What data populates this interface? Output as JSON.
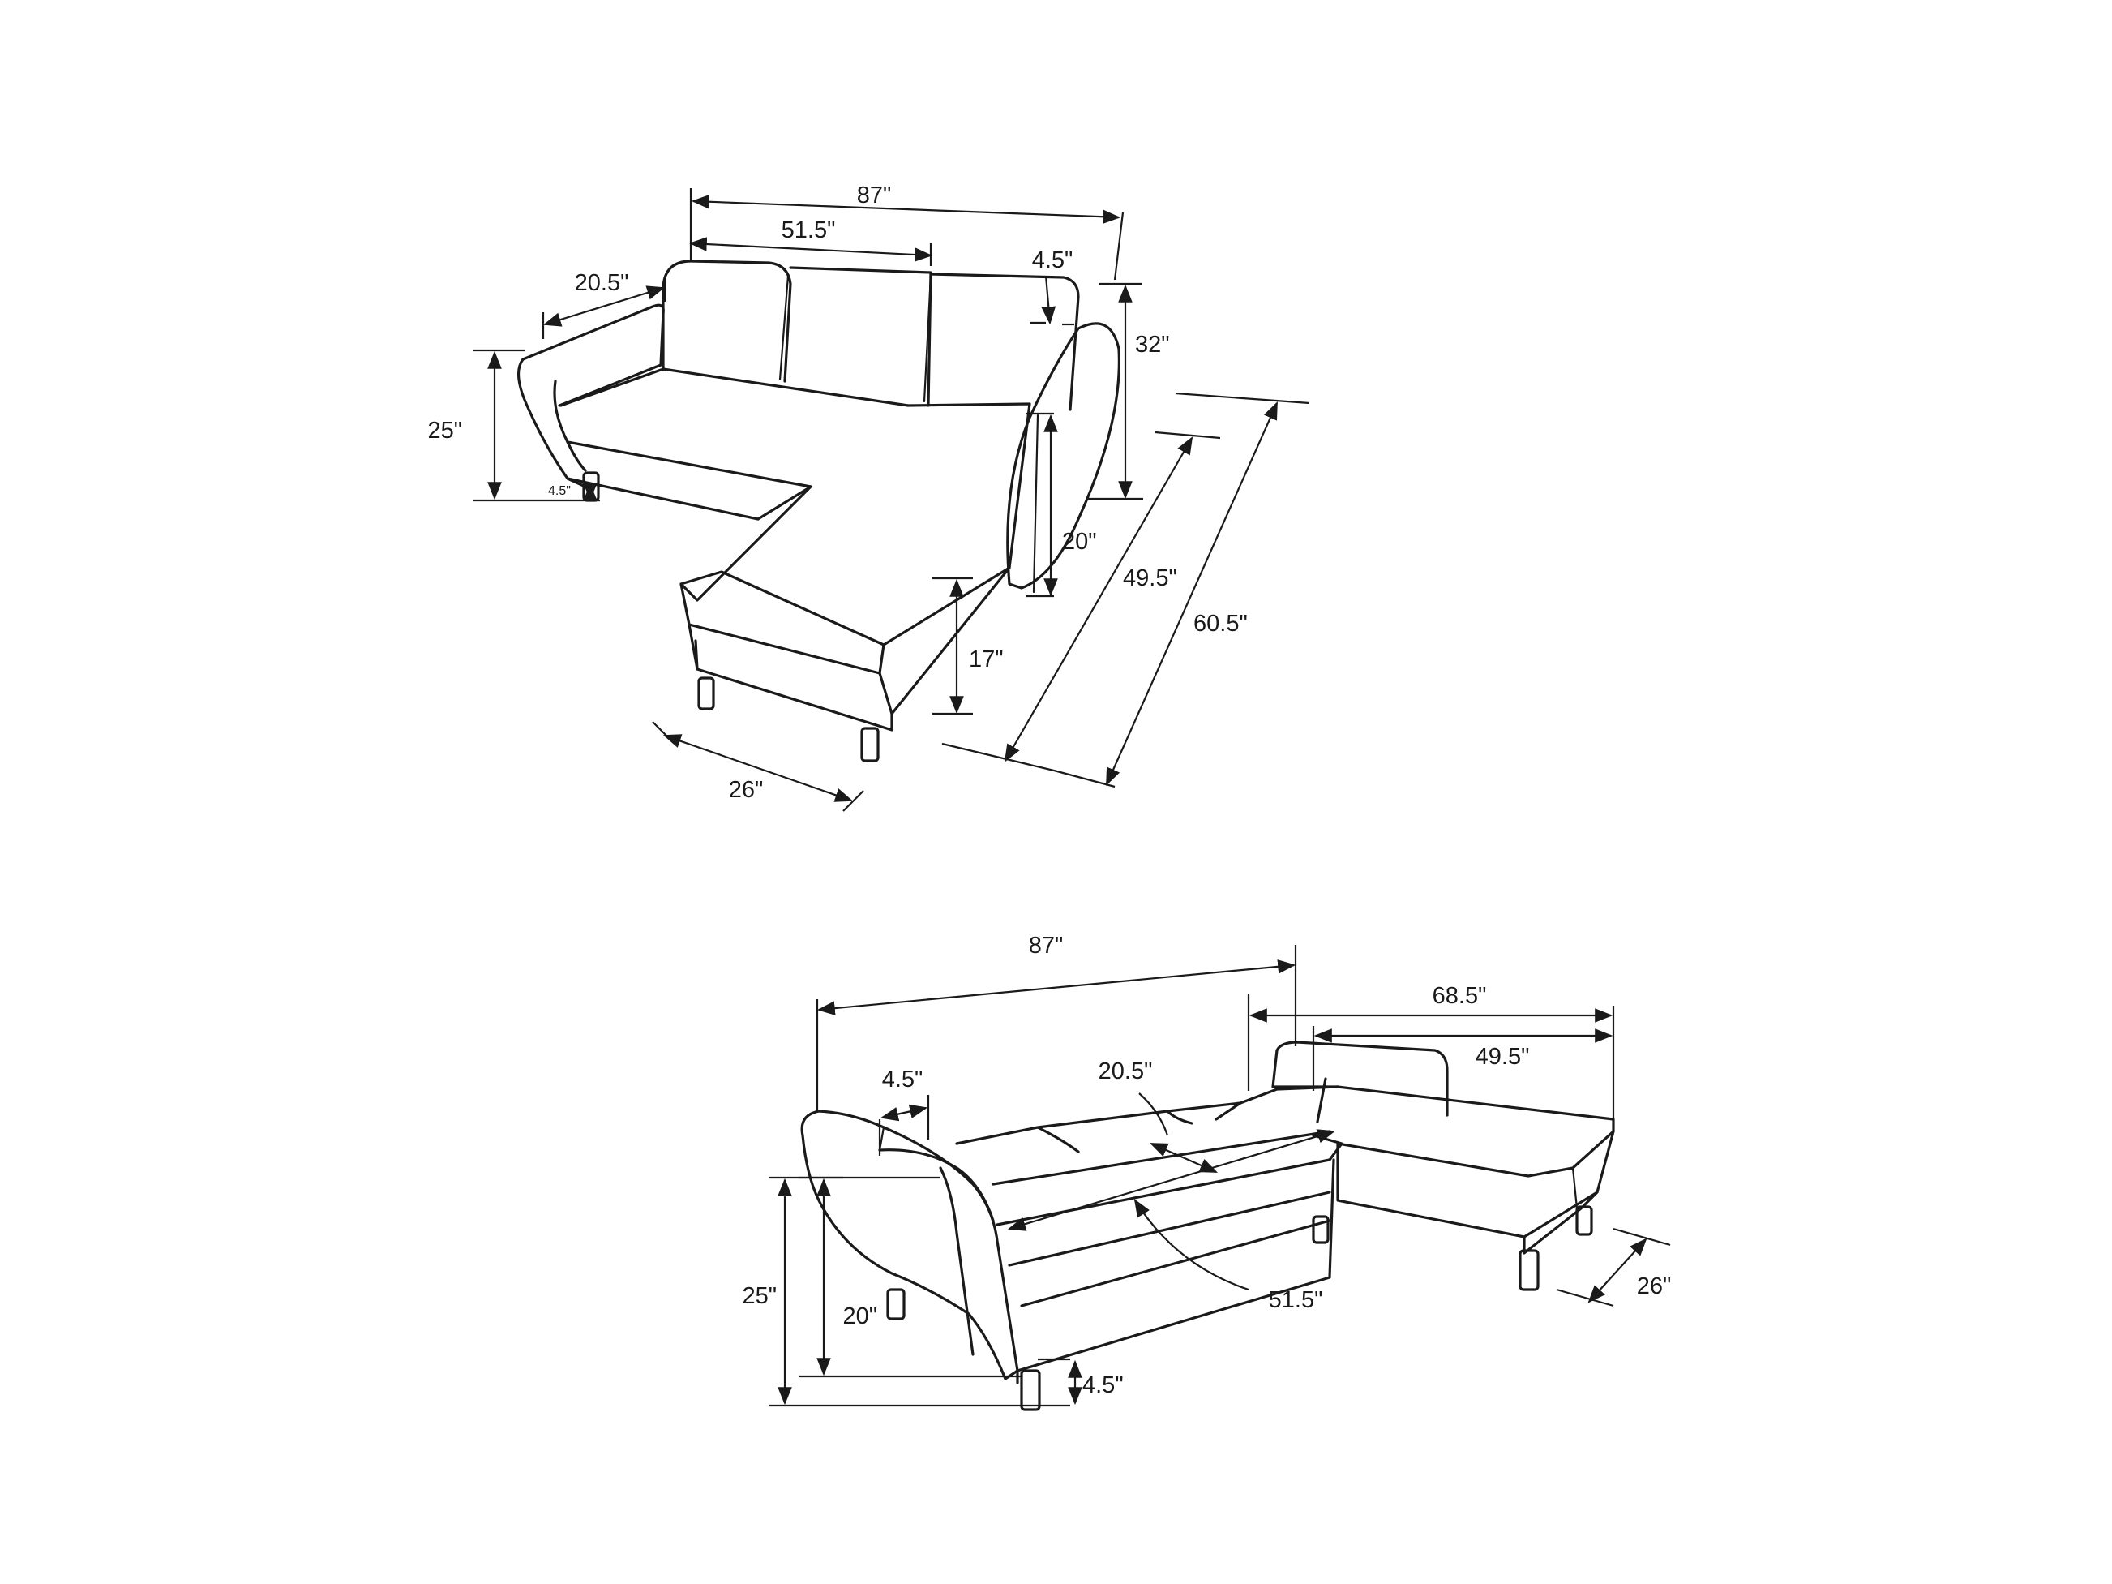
{
  "top_view": {
    "labels": {
      "width_total": "87\"",
      "back_width": "51.5\"",
      "arm_top": "4.5\"",
      "arm_depth": "20.5\"",
      "total_height": "32\"",
      "arm_height": "25\"",
      "leg_height": "4.5\"",
      "arm_inner_height": "20\"",
      "chaise_length": "49.5\"",
      "total_depth": "60.5\"",
      "seat_height": "17\"",
      "chaise_width": "26\""
    }
  },
  "bottom_view": {
    "labels": {
      "width_total": "87\"",
      "bed_length": "68.5\"",
      "chaise_length": "49.5\"",
      "arm_top": "4.5\"",
      "bed_depth": "20.5\"",
      "bed_width": "51.5\"",
      "arm_height": "25\"",
      "arm_inner_height": "20\"",
      "leg_height": "4.5\"",
      "chaise_width": "26\""
    }
  }
}
